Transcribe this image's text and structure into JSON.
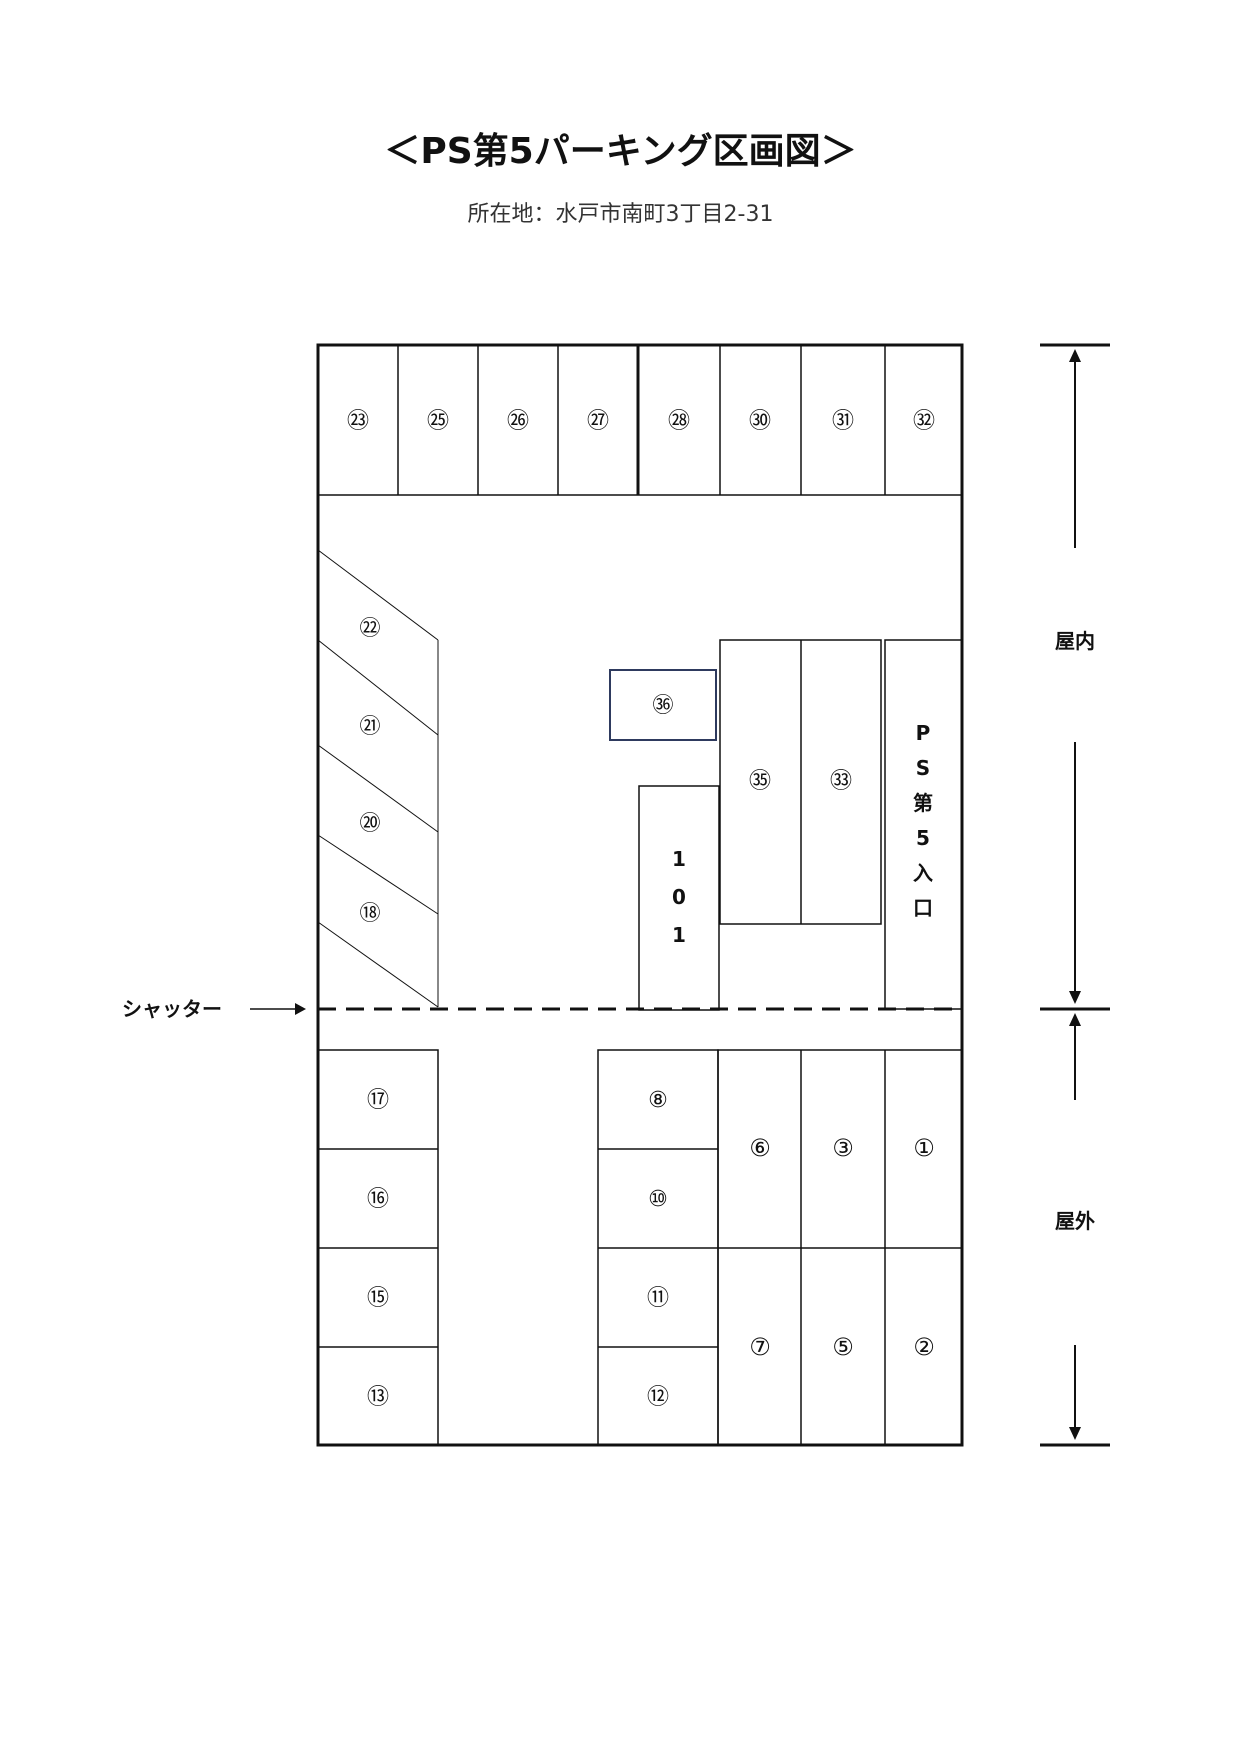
{
  "title": "＜PS第5パーキング区画図＞",
  "address": "所在地：水戸市南町3丁目2-31",
  "labels": {
    "shutter": "シャッター",
    "indoor": "屋内",
    "outdoor": "屋外",
    "entrance": [
      "P",
      "S",
      "第",
      "5",
      "入",
      "口"
    ],
    "space_101": [
      "1",
      "0",
      "1"
    ]
  },
  "spaces": {
    "top_row": [
      "㉓",
      "㉕",
      "㉖",
      "㉗",
      "㉘",
      "㉚",
      "㉛",
      "㉜"
    ],
    "diagonal": [
      "㉒",
      "㉑",
      "⑳",
      "⑱"
    ],
    "s36": "㊱",
    "s35": "㉟",
    "s33": "㉝",
    "left_outdoor": [
      "⑰",
      "⑯",
      "⑮",
      "⑬"
    ],
    "middle_outdoor": [
      "⑧",
      "⑩",
      "⑪",
      "⑫"
    ],
    "right_outdoor_upper": [
      "⑥",
      "③",
      "①"
    ],
    "right_outdoor_lower": [
      "⑦",
      "⑤",
      "②"
    ]
  },
  "colors": {
    "line": "#111111",
    "space36_border": "#2e3a5e"
  }
}
